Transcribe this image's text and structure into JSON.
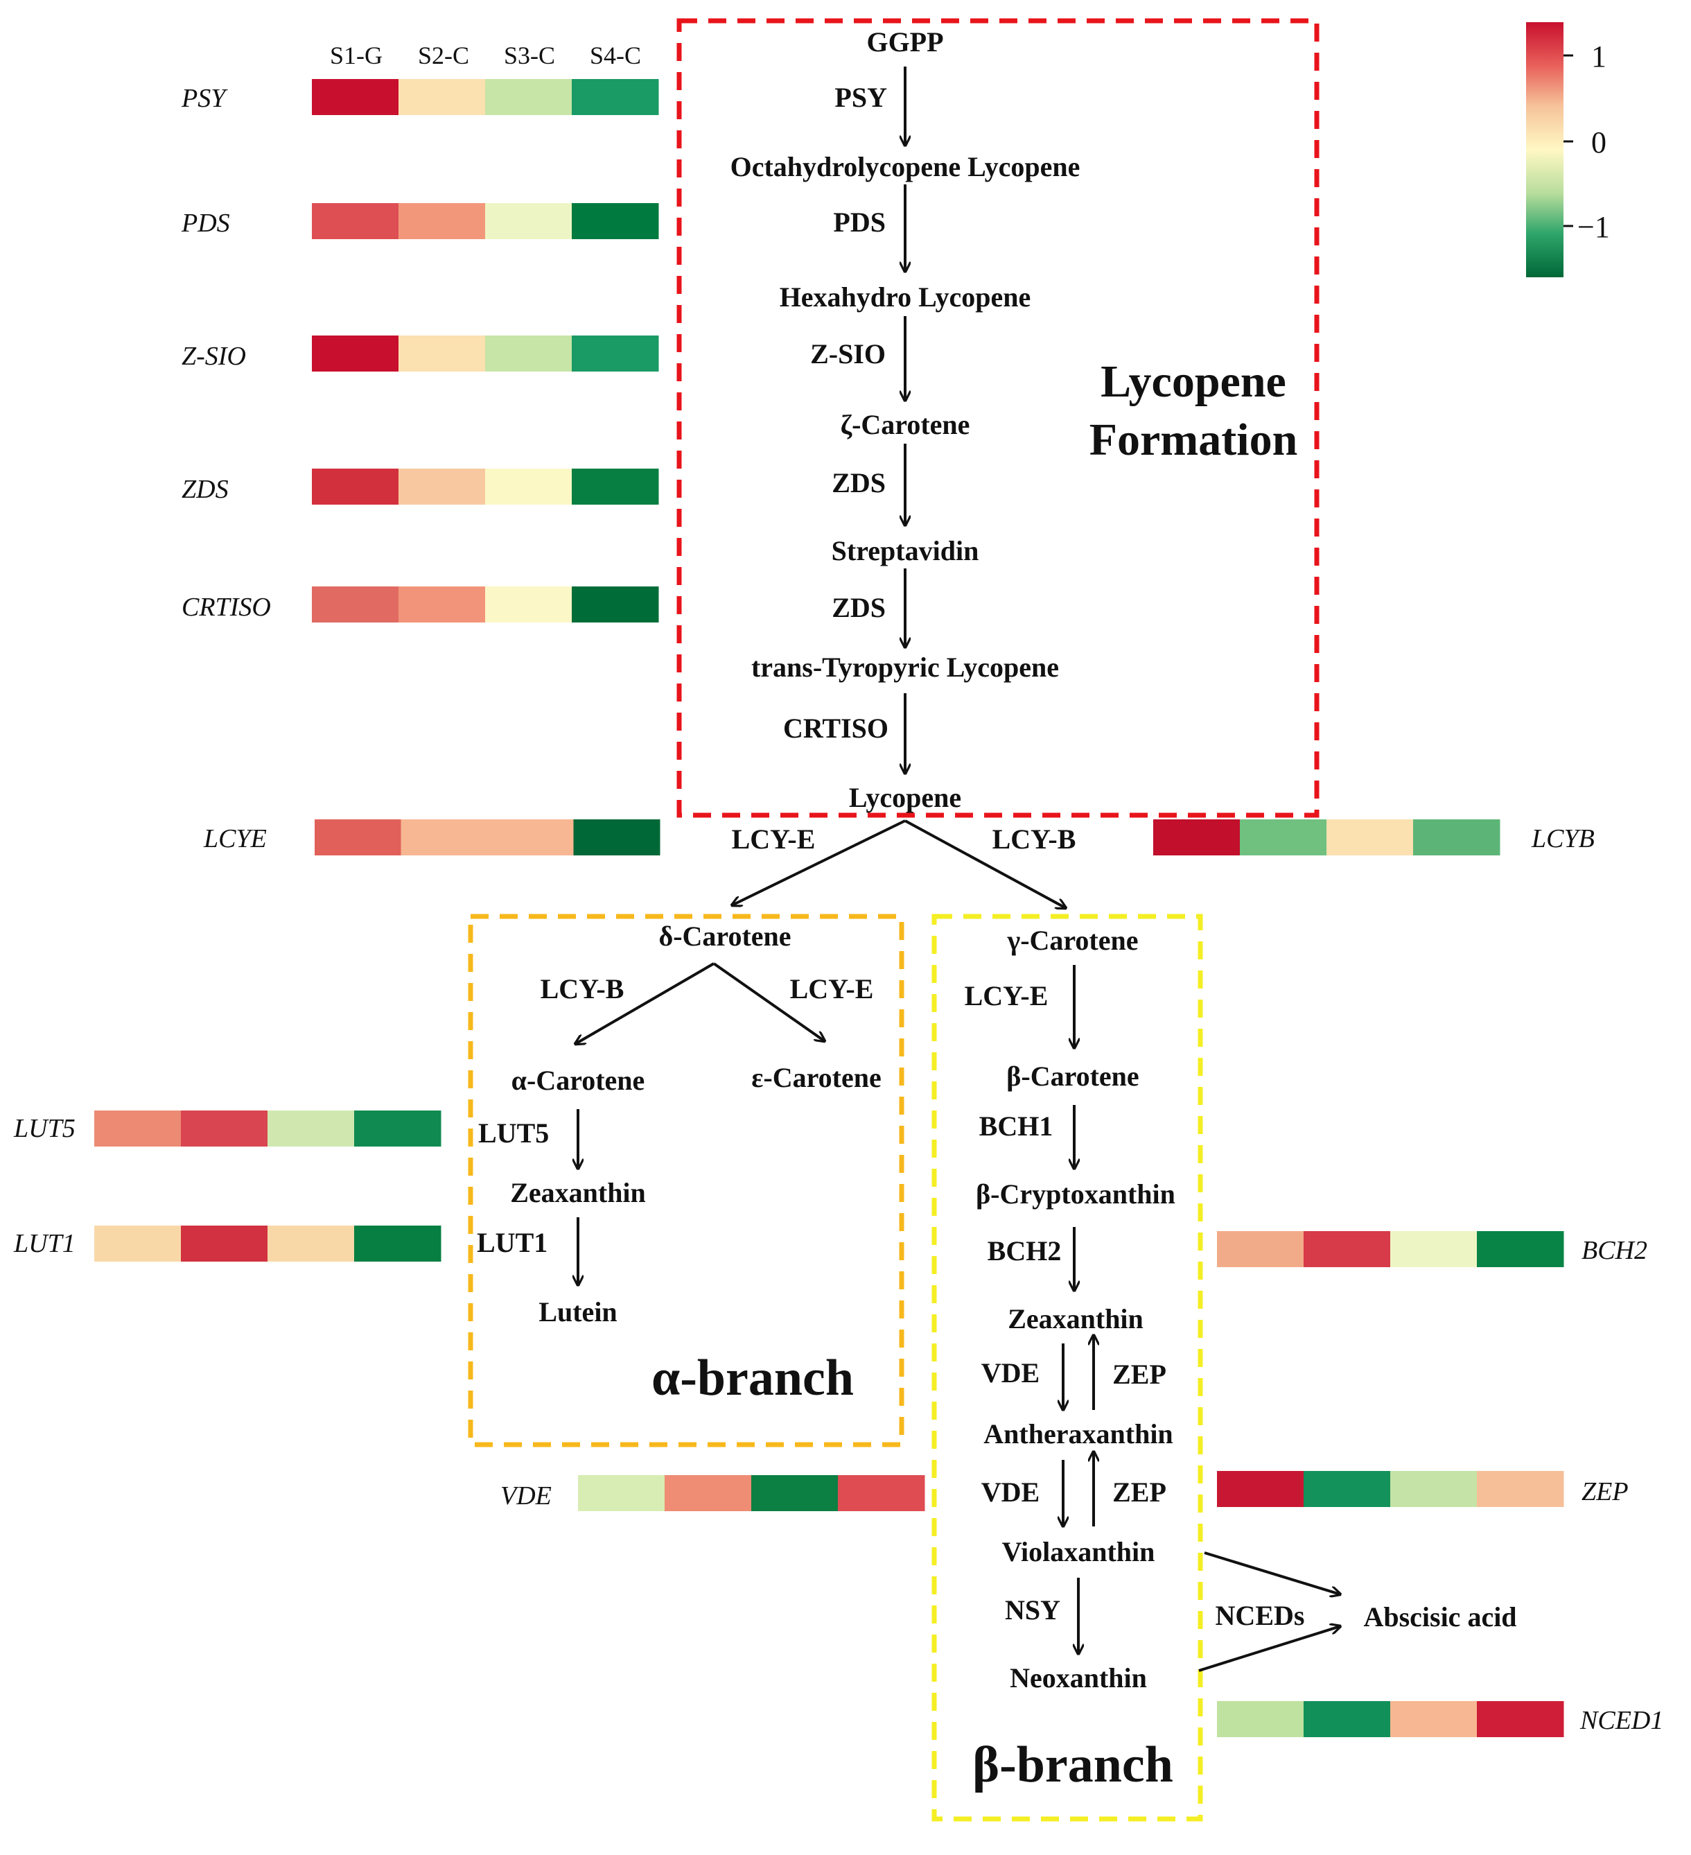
{
  "colorbar": {
    "ticks": [
      "1",
      "0",
      "−1"
    ],
    "stops": [
      "#c8102e",
      "#e8605a",
      "#f6c39a",
      "#fff8c4",
      "#b8dd9c",
      "#2ea56a",
      "#006837"
    ]
  },
  "columns": [
    "S1-G",
    "S2-C",
    "S3-C",
    "S4-C"
  ],
  "heatmap_rows": [
    {
      "gene": "PSY",
      "colors": [
        "#c8102e",
        "#fbe0b0",
        "#c7e5a6",
        "#1a9a65"
      ]
    },
    {
      "gene": "PDS",
      "colors": [
        "#de4f54",
        "#f2977a",
        "#eef5c4",
        "#007a3e"
      ]
    },
    {
      "gene": "Z-SIO",
      "colors": [
        "#c8102e",
        "#fbe0b0",
        "#c7e5a6",
        "#1a9a65"
      ]
    },
    {
      "gene": "ZDS",
      "colors": [
        "#d3303d",
        "#f8c9a0",
        "#fcf8c6",
        "#077f42"
      ]
    },
    {
      "gene": "CRTISO",
      "colors": [
        "#e16a62",
        "#f19479",
        "#fcf7c7",
        "#006d38"
      ]
    },
    {
      "gene": "LCYE",
      "colors": [
        "#e1605a",
        "#f6b792",
        "#f6b792",
        "#006837"
      ]
    },
    {
      "gene": "LCYB",
      "colors": [
        "#c10f2c",
        "#70c080",
        "#fbe0b0",
        "#5cb577"
      ]
    },
    {
      "gene": "LUT5",
      "colors": [
        "#ec8a74",
        "#d94550",
        "#d0e8b0",
        "#108a50"
      ]
    },
    {
      "gene": "LUT1",
      "colors": [
        "#f9d8a8",
        "#d13140",
        "#f9d8a8",
        "#077f42"
      ]
    },
    {
      "gene": "BCH2",
      "colors": [
        "#f2ab88",
        "#d73a48",
        "#eef5c4",
        "#088447"
      ]
    },
    {
      "gene": "VDE",
      "colors": [
        "#d8edb3",
        "#ee8c74",
        "#0c7f43",
        "#df4c52"
      ]
    },
    {
      "gene": "ZEP",
      "colors": [
        "#c81732",
        "#14925b",
        "#c5e3a6",
        "#f6bf98"
      ]
    },
    {
      "gene": "NCED1",
      "colors": [
        "#bfe2a0",
        "#119059",
        "#f6b792",
        "#cf1e37"
      ]
    }
  ],
  "metabolites": {
    "ggpp": "GGPP",
    "octahydro": "Octahydrolycopene Lycopene",
    "hexahydro": "Hexahydro Lycopene",
    "zeta_carotene": "ζ-Carotene",
    "streptavidin": "Streptavidin",
    "trans_tyro": "trans-Tyropyric Lycopene",
    "lycopene": "Lycopene",
    "delta_carotene": "δ-Carotene",
    "alpha_carotene": "α-Carotene",
    "epsilon_carotene": "ε-Carotene",
    "zeaxanthin_alpha": "Zeaxanthin",
    "lutein": "Lutein",
    "gamma_carotene": "γ-Carotene",
    "beta_carotene": "β-Carotene",
    "beta_crypto": "β-Cryptoxanthin",
    "zeaxanthin_beta": "Zeaxanthin",
    "antheraxanthin": "Antheraxanthin",
    "violaxanthin": "Violaxanthin",
    "neoxanthin": "Neoxanthin",
    "abscisic": "Abscisic acid"
  },
  "enzymes": {
    "psy": "PSY",
    "pds": "PDS",
    "zsio": "Z-SIO",
    "zds1": "ZDS",
    "zds2": "ZDS",
    "crtiso": "CRTISO",
    "lcye_main": "LCY-E",
    "lcyb_main": "LCY-B",
    "lcyb_alpha": "LCY-B",
    "lcye_alpha": "LCY-E",
    "lut5": "LUT5",
    "lut1": "LUT1",
    "lcye_beta": "LCY-E",
    "bch1": "BCH1",
    "bch2": "BCH2",
    "vde1": "VDE",
    "zep1": "ZEP",
    "vde2": "VDE",
    "zep2": "ZEP",
    "nsy": "NSY",
    "nceds": "NCEDs"
  },
  "regions": {
    "lycopene_line1": "Lycopene",
    "lycopene_line2": "Formation",
    "alpha_branch": "α-branch",
    "beta_branch": "β-branch"
  },
  "box_colors": {
    "lycopene": "#e8141b",
    "alpha": "#f7b81c",
    "beta": "#f4ee24"
  }
}
